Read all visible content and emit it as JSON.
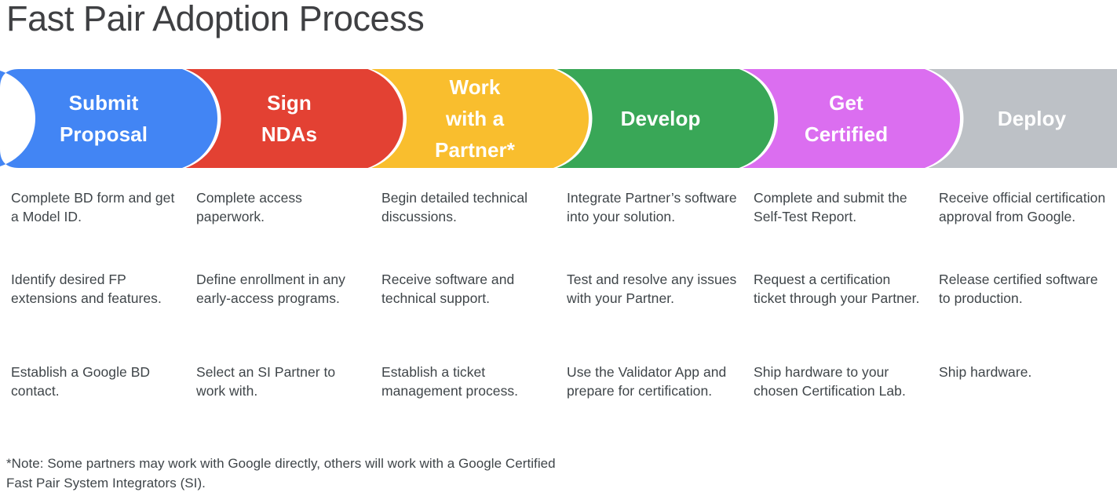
{
  "title": "Fast Pair Adoption Process",
  "colors": {
    "blue": "#4285F4",
    "red": "#E34133",
    "yellow": "#F9BE2E",
    "green": "#39A757",
    "magenta": "#DB6EF0",
    "gray": "#BDC1C6",
    "title_text": "#3f4043",
    "body_text": "#3f4549",
    "stage_text": "#ffffff",
    "background": "#ffffff"
  },
  "stages": [
    {
      "label": "Submit\nProposal",
      "color": "#4285F4",
      "details": [
        "Complete BD form and get a Model ID.",
        "Identify desired FP extensions and features.",
        "Establish a Google BD contact."
      ]
    },
    {
      "label": "Sign\nNDAs",
      "color": "#E34133",
      "details": [
        "Complete access paperwork.",
        "Define enrollment in any early-access programs.",
        "Select an SI Partner to work with."
      ]
    },
    {
      "label": "Work\nwith a\nPartner*",
      "color": "#F9BE2E",
      "details": [
        "Begin detailed technical discussions.",
        "Receive software and technical support.",
        "Establish a ticket management process."
      ]
    },
    {
      "label": "Develop",
      "color": "#39A757",
      "details": [
        "Integrate Partner’s software into your solution.",
        "Test and resolve any issues with your Partner.",
        "Use the Validator App and prepare for certification."
      ]
    },
    {
      "label": "Get\nCertified",
      "color": "#DB6EF0",
      "details": [
        "Complete and submit the Self-Test Report.",
        "Request a certification ticket through your Partner.",
        "Ship hardware to your chosen Certification Lab."
      ]
    },
    {
      "label": "Deploy",
      "color": "#BDC1C6",
      "details": [
        "Receive official certification approval from Google.",
        "Release certified software to production.",
        "Ship hardware."
      ]
    }
  ],
  "footnote": "*Note: Some partners may work with Google directly, others will work with a Google Certified Fast Pair System Integrators (SI)."
}
